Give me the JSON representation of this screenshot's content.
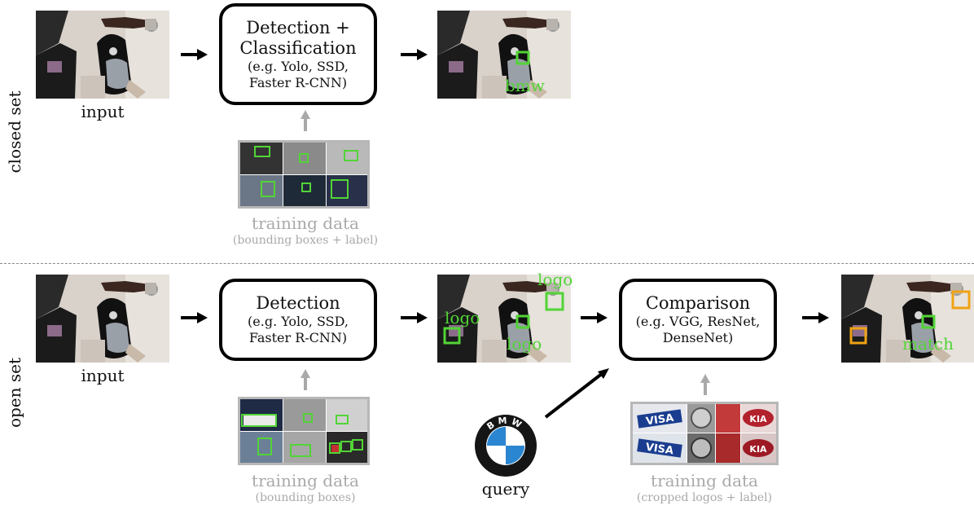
{
  "sections": {
    "closed_label": "closed set",
    "open_label": "open set"
  },
  "closed": {
    "input_caption": "input",
    "box_title": "Detection +\nClassification",
    "box_sub": "(e.g. Yolo, SSD,\nFaster R-CNN)",
    "result_label": "bmw",
    "training_title": "training data",
    "training_sub": "(bounding boxes + label)"
  },
  "open": {
    "input_caption": "input",
    "detect_title": "Detection",
    "detect_sub": "(e.g. Yolo, SSD,\nFaster R-CNN)",
    "detect_labels": [
      "logo",
      "logo",
      "logo"
    ],
    "compare_title": "Comparison",
    "compare_sub": "(e.g. VGG, ResNet,\nDenseNet)",
    "result_label": "match",
    "training_title": "training data",
    "training_sub": "(bounding boxes)",
    "query_caption": "query",
    "query_logo_text": "BMW",
    "cropped_title": "training data",
    "cropped_sub": "(cropped logos + label)",
    "cropped_logos": [
      "VISA",
      "KIA"
    ]
  },
  "colors": {
    "detect_green": "#52d436",
    "match_orange": "#f0a313",
    "arrow_gray": "#a9a9a9",
    "divider": "#888888"
  }
}
